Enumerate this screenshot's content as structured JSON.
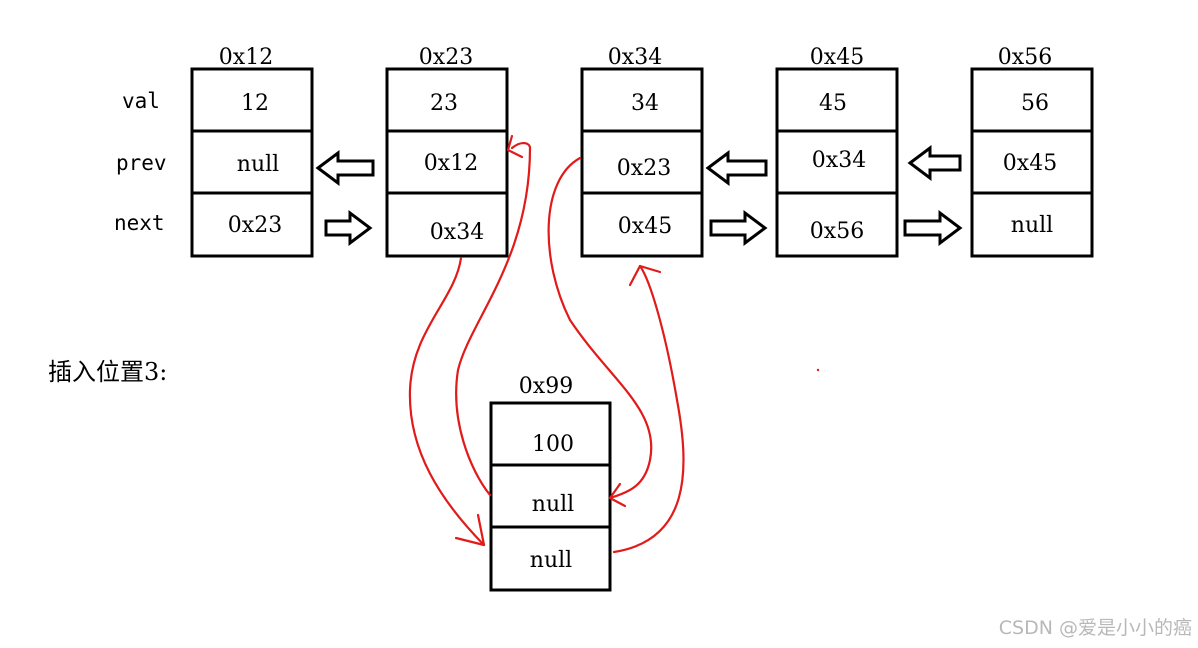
{
  "row_labels": [
    "val",
    "prev",
    "next"
  ],
  "nodes": [
    {
      "addr": "0x12",
      "val": "12",
      "prev": "null",
      "next": "0x23"
    },
    {
      "addr": "0x23",
      "val": "23",
      "prev": "0x12",
      "next": "0x34"
    },
    {
      "addr": "0x34",
      "val": "34",
      "prev": "0x23",
      "next": "0x45"
    },
    {
      "addr": "0x45",
      "val": "45",
      "prev": "0x34",
      "next": "0x56"
    },
    {
      "addr": "0x56",
      "val": "56",
      "prev": "0x45",
      "next": "null"
    }
  ],
  "new_node": {
    "addr": "0x99",
    "val": "100",
    "prev": "null",
    "next": "null"
  },
  "caption": "插入位置3:",
  "watermark": "CSDN @爱是小小的癌",
  "colors": {
    "stroke": "#000000",
    "link": "#e11a1a",
    "background": "#ffffff"
  }
}
